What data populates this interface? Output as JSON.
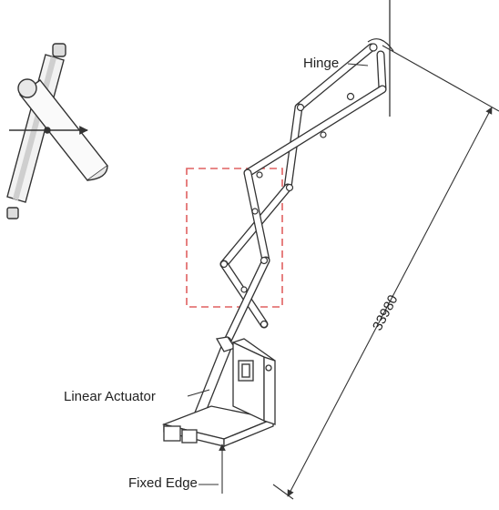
{
  "labels": {
    "hinge": "Hinge",
    "linear_actuator": "Linear Actuator",
    "fixed_edge": "Fixed Edge",
    "dimension": "33980"
  },
  "colors": {
    "line": "#333333",
    "highlight_box": "#e06060"
  }
}
